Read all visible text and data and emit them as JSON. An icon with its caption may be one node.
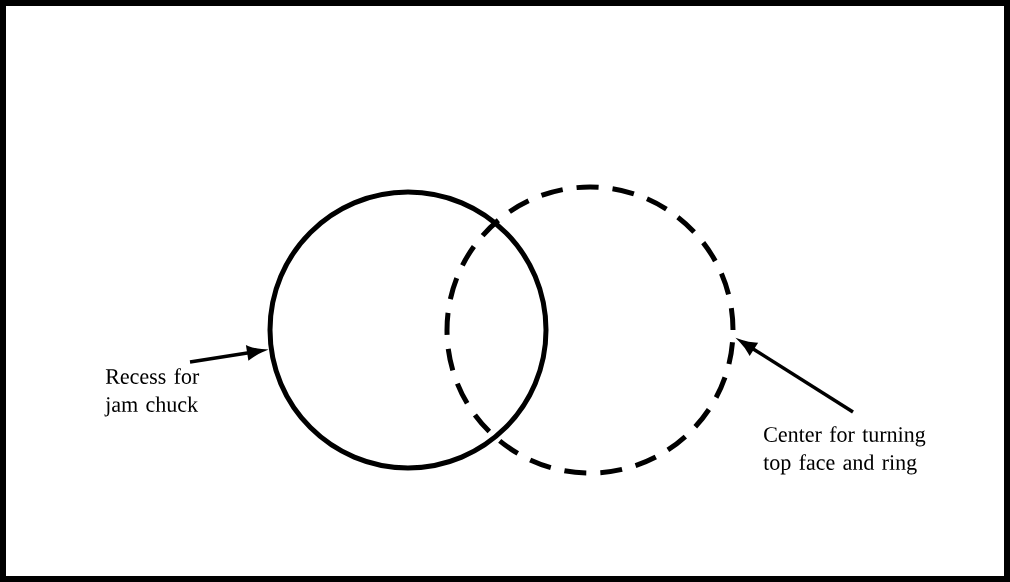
{
  "diagram": {
    "nodes": [
      {
        "text": [],
        "shape": "circle"
      },
      {
        "text": [],
        "shape": "circle"
      },
      {
        "text": [
          "Recess for jam chuck"
        ]
      },
      {
        "text": [
          "Center for turning top face and ring"
        ]
      }
    ],
    "edges": [
      {
        "from": 2,
        "to": 0,
        "arrow": "to"
      },
      {
        "from": 3,
        "to": 1,
        "arrow": "to"
      }
    ]
  }
}
